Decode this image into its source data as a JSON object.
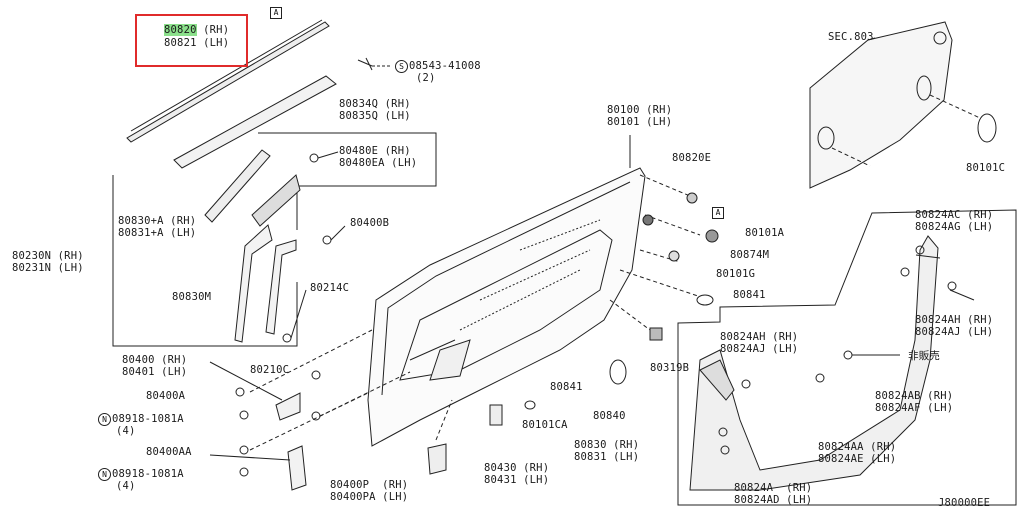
{
  "highlight": {
    "part_rh": "80820",
    "suffix_rh": " (RH)",
    "line_lh": "80821 (LH)",
    "color": "#e02b2b",
    "highlight_color": "#8be08b"
  },
  "labels": {
    "p08543": "08543-41008",
    "p08543_qty": "(2)",
    "p80834": "80834Q (RH)",
    "p80835": "80835Q (LH)",
    "p80480e": "80480E (RH)",
    "p80480ea": "80480EA (LH)",
    "p80830a": "80830+A (RH)",
    "p80831a": "80831+A (LH)",
    "p80400b": "80400B",
    "p80230n": "80230N (RH)",
    "p80231n": "80231N (LH)",
    "p80830m": "80830M",
    "p80214c": "80214C",
    "p80400": "80400 (RH)",
    "p80401": "80401 (LH)",
    "p80210c": "80210C",
    "p80400a": "80400A",
    "p08918a": "08918-1081A",
    "p08918a_qty": "(4)",
    "p80400aa": "80400AA",
    "p08918b": "08918-1081A",
    "p08918b_qty": "(4)",
    "p80400p": "80400P  (RH)",
    "p80400pa": "80400PA (LH)",
    "p80430": "80430 (RH)",
    "p80431": "80431 (LH)",
    "p80100": "80100 (RH)",
    "p80101": "80101 (LH)",
    "p80820e": "80820E",
    "p80101a": "80101A",
    "p80874m": "80874M",
    "p80101g": "80101G",
    "p80841a": "80841",
    "p80841b": "80841",
    "p80319b": "80319B",
    "p80101ca": "80101CA",
    "p80840": "80840",
    "p80830": "80830 (RH)",
    "p80831": "80831 (LH)",
    "sec803": "SEC.803",
    "p80101c": "80101C",
    "p80824ac": "80824AC (RH)",
    "p80824ag": "80824AG (LH)",
    "p80824ah_r": "80824AH (RH)",
    "p80824aj_r": "80824AJ (LH)",
    "p80824ah_l": "80824AH (RH)",
    "p80824aj_l": "80824AJ (LH)",
    "nonsale": "非販売",
    "p80824ab": "80824AB (RH)",
    "p80824af": "80824AF (LH)",
    "p80824aa": "80824AA (RH)",
    "p80824ae": "80824AE (LH)",
    "p80824a": "80824A  (RH)",
    "p80824ad": "80824AD (LH)",
    "code": "J80000EE"
  },
  "symbols": {
    "ref_a": "A",
    "s_mark": "S",
    "n_mark": "N"
  }
}
